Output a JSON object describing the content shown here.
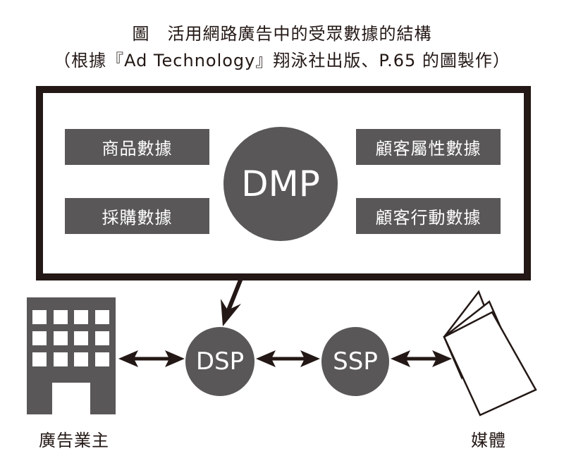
{
  "header": {
    "title": "圖　活用網路廣告中的受眾數據的結構",
    "subtitle": "（根據『Ad Technology』翔泳社出版、P.65 的圖製作）"
  },
  "dmp": {
    "label": "DMP",
    "data_boxes": [
      "商品數據",
      "採購數據",
      "顧客屬性數據",
      "顧客行動數據"
    ]
  },
  "flow": {
    "advertiser_label": "廣告業主",
    "dsp_label": "DSP",
    "ssp_label": "SSP",
    "media_label": "媒體"
  },
  "colors": {
    "node_fill": "#595757",
    "line": "#231815",
    "text_on_node": "#ffffff"
  },
  "icons": {
    "advertiser": "office-building-icon",
    "media": "magazine-pages-icon"
  }
}
